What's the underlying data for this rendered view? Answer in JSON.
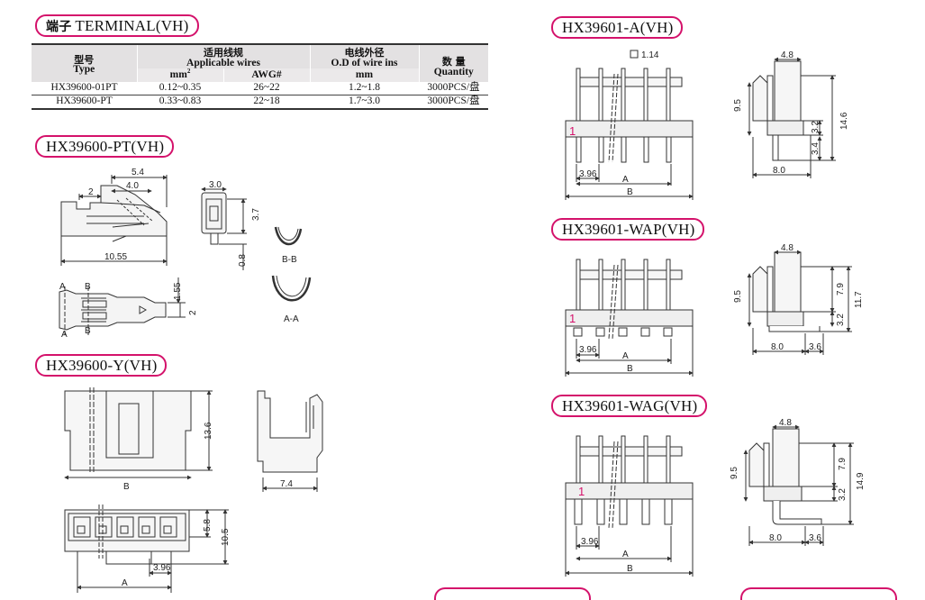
{
  "headers": {
    "terminal_cn": "端子",
    "terminal_en": "TERMINAL(VH)",
    "pt": "HX39600-PT(VH)",
    "y": "HX39600-Y(VH)",
    "a": "HX39601-A(VH)",
    "wap": "HX39601-WAP(VH)",
    "wag": "HX39601-WAG(VH)"
  },
  "table": {
    "col_type_cn": "型号",
    "col_type_en": "Type",
    "col_wires_cn": "适用线规",
    "col_wires_en": "Applicable wires",
    "col_od_cn": "电线外径",
    "col_od_en": "O.D of wire ins",
    "col_qty_cn": "数  量",
    "col_qty_en": "Quantity",
    "sub_mm2": "mm",
    "sub_mm2_sup": "2",
    "sub_awg": "AWG#",
    "sub_mm": "mm",
    "rows": [
      {
        "type": "HX39600-01PT",
        "mm2": "0.12~0.35",
        "awg": "26~22",
        "od": "1.2~1.8",
        "qty": "3000PCS/盘"
      },
      {
        "type": "HX39600-PT",
        "mm2": "0.33~0.83",
        "awg": "22~18",
        "od": "1.7~3.0",
        "qty": "3000PCS/盘"
      }
    ]
  },
  "dims": {
    "pt": {
      "d54": "5.4",
      "d40": "4.0",
      "d2": "2",
      "d1055": "10.55",
      "d30": "3.0",
      "d37": "3.7",
      "d08": "0.8",
      "d155": "1.55",
      "d2b": "2",
      "bb": "B-B",
      "aa": "A-A",
      "lA1": "A",
      "lA2": "A",
      "lB1": "B",
      "lB2": "B"
    },
    "y": {
      "d136": "13.6",
      "b": "B",
      "d74": "7.4",
      "d58": "5.8",
      "d105": "10.5",
      "d396": "3.96",
      "a": "A"
    },
    "a": {
      "d114": "1.14",
      "d48": "4.8",
      "d95": "9.5",
      "d146": "14.6",
      "d32": "3.2",
      "d34": "3.4",
      "d80": "8.0",
      "d396": "3.96",
      "a": "A",
      "b": "B",
      "pin1": "1"
    },
    "wap": {
      "d48": "4.8",
      "d95": "9.5",
      "d79": "7.9",
      "d117": "11.7",
      "d32": "3.2",
      "d80": "8.0",
      "d36": "3.6",
      "d396": "3.96",
      "a": "A",
      "b": "B",
      "pin1": "1"
    },
    "wag": {
      "d48": "4.8",
      "d95": "9.5",
      "d79": "7.9",
      "d149": "14.9",
      "d32": "3.2",
      "d80": "8.0",
      "d36": "3.6",
      "d396": "3.96",
      "a": "A",
      "b": "B",
      "pin1": "1"
    }
  },
  "colors": {
    "accent": "#d4126b",
    "line": "#333333",
    "header_bg": "#e3e1e2"
  }
}
